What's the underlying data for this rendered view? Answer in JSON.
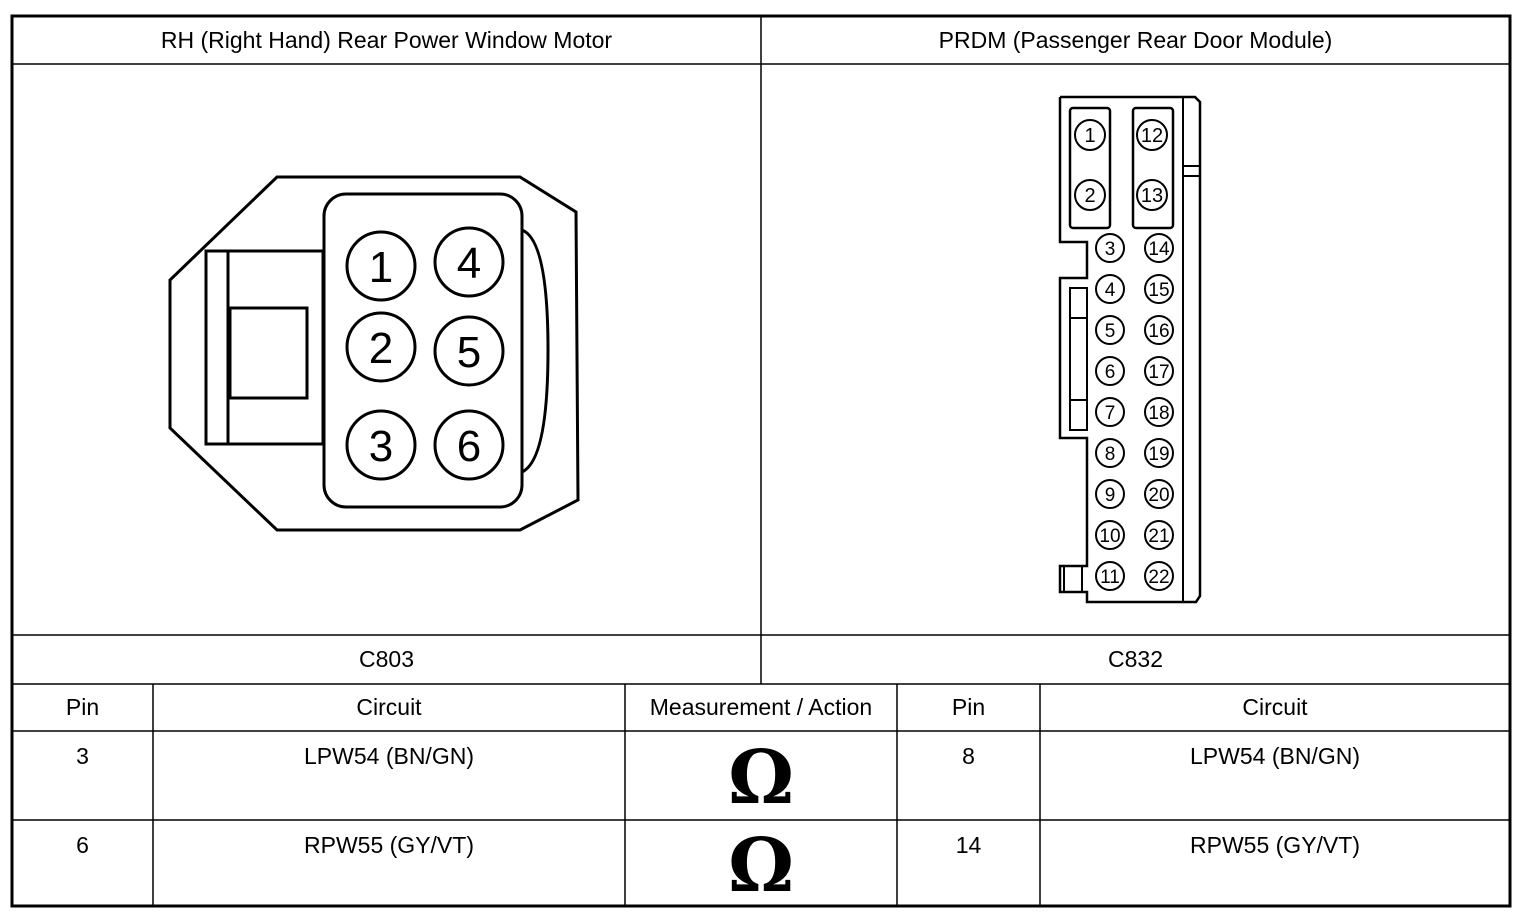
{
  "header": {
    "left_title": "RH (Right Hand) Rear Power Window Motor",
    "right_title": "PRDM (Passenger Rear Door Module)"
  },
  "connector_left": {
    "name": "C803",
    "pins": [
      "1",
      "2",
      "3",
      "4",
      "5",
      "6"
    ]
  },
  "connector_right": {
    "name": "C832",
    "top_pins": [
      "1",
      "2",
      "12",
      "13"
    ],
    "left_column_pins": [
      "3",
      "4",
      "5",
      "6",
      "7",
      "8",
      "9",
      "10",
      "11"
    ],
    "right_column_pins": [
      "14",
      "15",
      "16",
      "17",
      "18",
      "19",
      "20",
      "21",
      "22"
    ]
  },
  "table": {
    "headers": {
      "pin_left": "Pin",
      "circuit_left": "Circuit",
      "measurement": "Measurement / Action",
      "pin_right": "Pin",
      "circuit_right": "Circuit"
    },
    "rows": [
      {
        "pin_left": "3",
        "circuit_left": "LPW54 (BN/GN)",
        "measurement": "Ω",
        "pin_right": "8",
        "circuit_right": "LPW54 (BN/GN)"
      },
      {
        "pin_left": "6",
        "circuit_left": "RPW55 (GY/VT)",
        "measurement": "Ω",
        "pin_right": "14",
        "circuit_right": "RPW55 (GY/VT)"
      }
    ]
  }
}
